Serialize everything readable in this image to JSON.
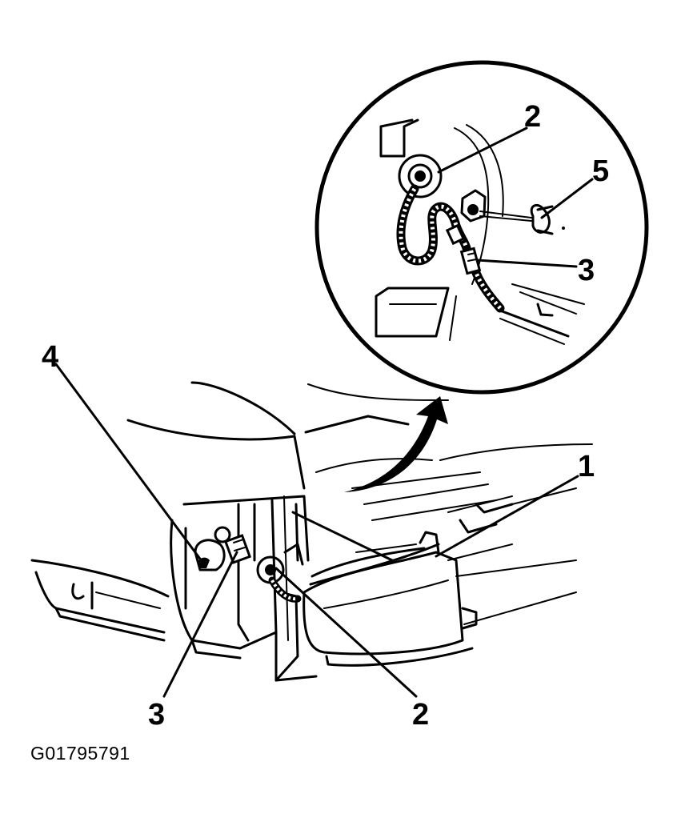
{
  "figure_id": "G01795791",
  "callouts": {
    "main_1": "1",
    "main_2": "2",
    "main_3": "3",
    "main_4": "4",
    "detail_2": "2",
    "detail_3": "3",
    "detail_5": "5"
  }
}
